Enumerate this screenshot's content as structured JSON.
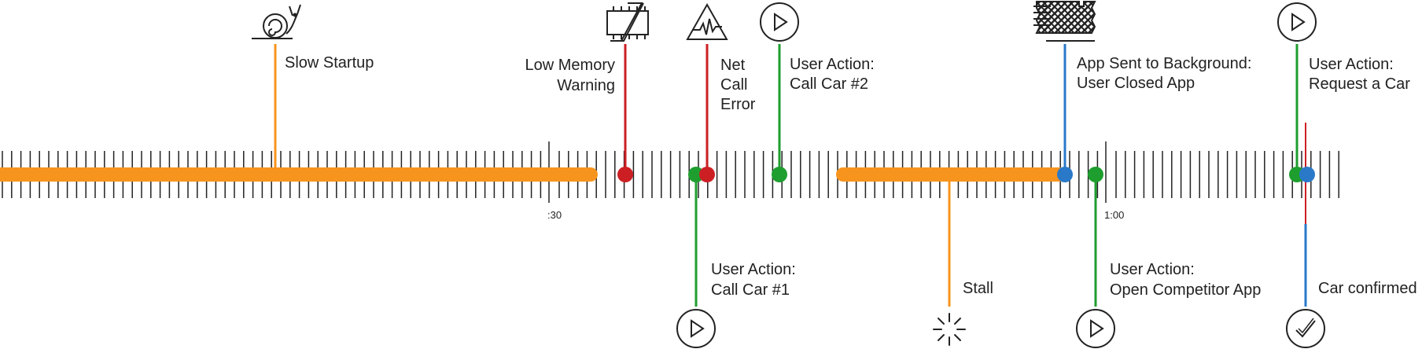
{
  "colors": {
    "orange": "#F7941D",
    "red": "#CC1F24",
    "green": "#1E9E2E",
    "blue": "#2A79C9",
    "tick": "#222222",
    "icon": "#222222"
  },
  "timeline": {
    "tick_labels": [
      ":30",
      "1:00"
    ],
    "orange_segments": [
      "startup-bar",
      "stall-bar"
    ]
  },
  "events": {
    "slow_startup": {
      "label": [
        "Slow Startup"
      ],
      "icon": "snail-icon",
      "color": "orange"
    },
    "low_memory": {
      "label": [
        "Low Memory",
        "Warning"
      ],
      "icon": "broken-chip-icon",
      "color": "red"
    },
    "net_call_error": {
      "label": [
        "Net",
        "Call",
        "Error"
      ],
      "icon": "warning-pulse-icon",
      "color": "red"
    },
    "call_car_2": {
      "label": [
        "User Action:",
        "Call Car #2"
      ],
      "icon": "play-icon",
      "color": "green"
    },
    "app_background": {
      "label": [
        "App Sent to Background:",
        "User Closed App"
      ],
      "icon": "torn-paper-icon",
      "color": "blue"
    },
    "request_car": {
      "label": [
        "User Action:",
        "Request a Car"
      ],
      "icon": "play-icon",
      "color": "green"
    },
    "call_car_1": {
      "label": [
        "User Action:",
        "Call Car #1"
      ],
      "icon": "play-icon",
      "color": "green"
    },
    "stall": {
      "label": [
        "Stall"
      ],
      "icon": "spinner-icon",
      "color": "orange"
    },
    "open_competitor": {
      "label": [
        "User Action:",
        "Open Competitor App"
      ],
      "icon": "play-icon",
      "color": "green"
    },
    "car_confirmed": {
      "label": [
        "Car confirmed"
      ],
      "icon": "check-circle-icon",
      "color": "blue"
    }
  }
}
